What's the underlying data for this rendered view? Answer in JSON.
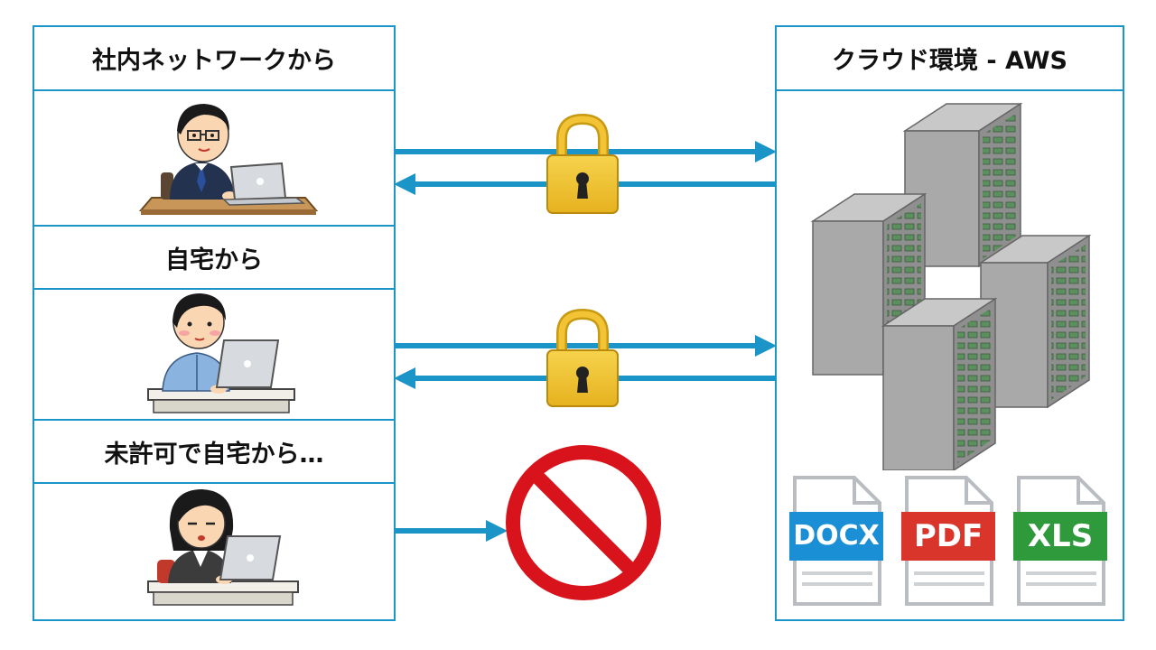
{
  "left_panel": {
    "sections": [
      {
        "label": "社内ネットワークから",
        "person": "office-worker"
      },
      {
        "label": "自宅から",
        "person": "home-worker"
      },
      {
        "label": "未許可で自宅から…",
        "person": "unauthorized-worker"
      }
    ]
  },
  "right_panel": {
    "title": "クラウド環境 - AWS",
    "files": [
      {
        "label": "DOCX",
        "color": "#1b8fd6"
      },
      {
        "label": "PDF",
        "color": "#d9352b"
      },
      {
        "label": "XLS",
        "color": "#2e9a3c"
      }
    ]
  },
  "colors": {
    "border": "#1b94c8",
    "arrow": "#1b94c8",
    "lock": "#f2c335",
    "prohibit": "#d8131b"
  },
  "icons": {
    "lock": "padlock-icon",
    "prohibited": "prohibited-icon",
    "server": "server-rack-icon",
    "file": "document-file-icon"
  }
}
